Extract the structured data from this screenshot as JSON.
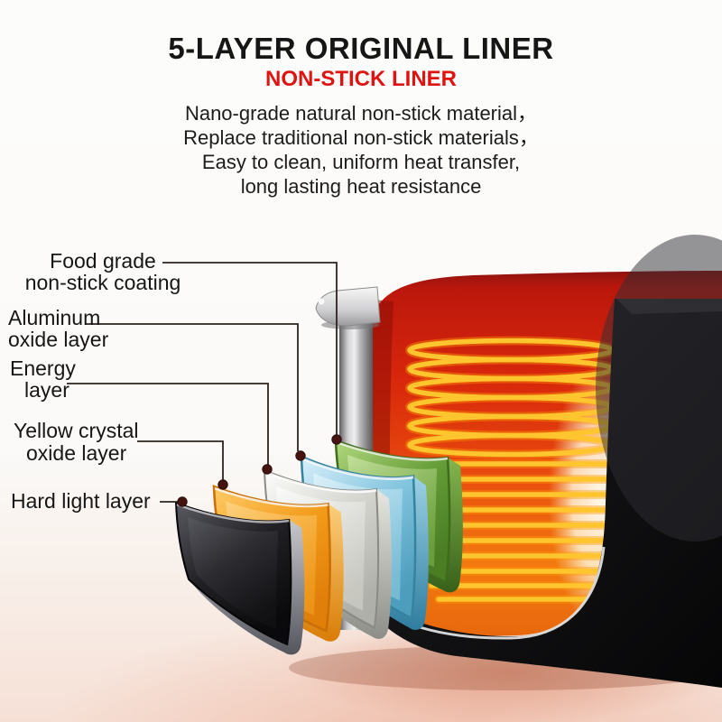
{
  "header": {
    "title": "5-LAYER ORIGINAL LINER",
    "subtitle": "NON-STICK LINER",
    "subtitle_color": "#de1410",
    "description_lines": [
      "Nano-grade natural non-stick material，",
      "Replace traditional non-stick materials，",
      "Easy to clean, uniform heat transfer,",
      "long lasting heat resistance"
    ]
  },
  "labels": [
    {
      "id": "food-grade",
      "lines": [
        "Food grade",
        "non-stick coating"
      ]
    },
    {
      "id": "aluminum-oxide",
      "lines": [
        "Aluminum",
        "oxide layer"
      ]
    },
    {
      "id": "energy",
      "lines": [
        "Energy",
        "layer"
      ]
    },
    {
      "id": "yellow-crystal-oxide",
      "lines": [
        "Yellow crystal",
        "oxide layer"
      ]
    },
    {
      "id": "hard-light",
      "lines": [
        "Hard light layer"
      ]
    }
  ],
  "layers": [
    {
      "name": "Food grade non-stick coating",
      "color_name": "green",
      "hex": "#6f9e3a"
    },
    {
      "name": "Aluminum oxide layer",
      "color_name": "blue",
      "hex": "#7fc3dd"
    },
    {
      "name": "Energy layer",
      "color_name": "white",
      "hex": "#e6e6e1"
    },
    {
      "name": "Yellow crystal oxide layer",
      "color_name": "orange",
      "hex": "#f29a18"
    },
    {
      "name": "Hard light layer",
      "color_name": "black",
      "hex": "#28282c"
    }
  ],
  "pot": {
    "body_color": "#d8270c",
    "coil_color": "#ffc52e",
    "inner_pot_color": "#121214",
    "rim_color": "#c9c9cb",
    "floor_shadow_color": "#eab5a5"
  }
}
